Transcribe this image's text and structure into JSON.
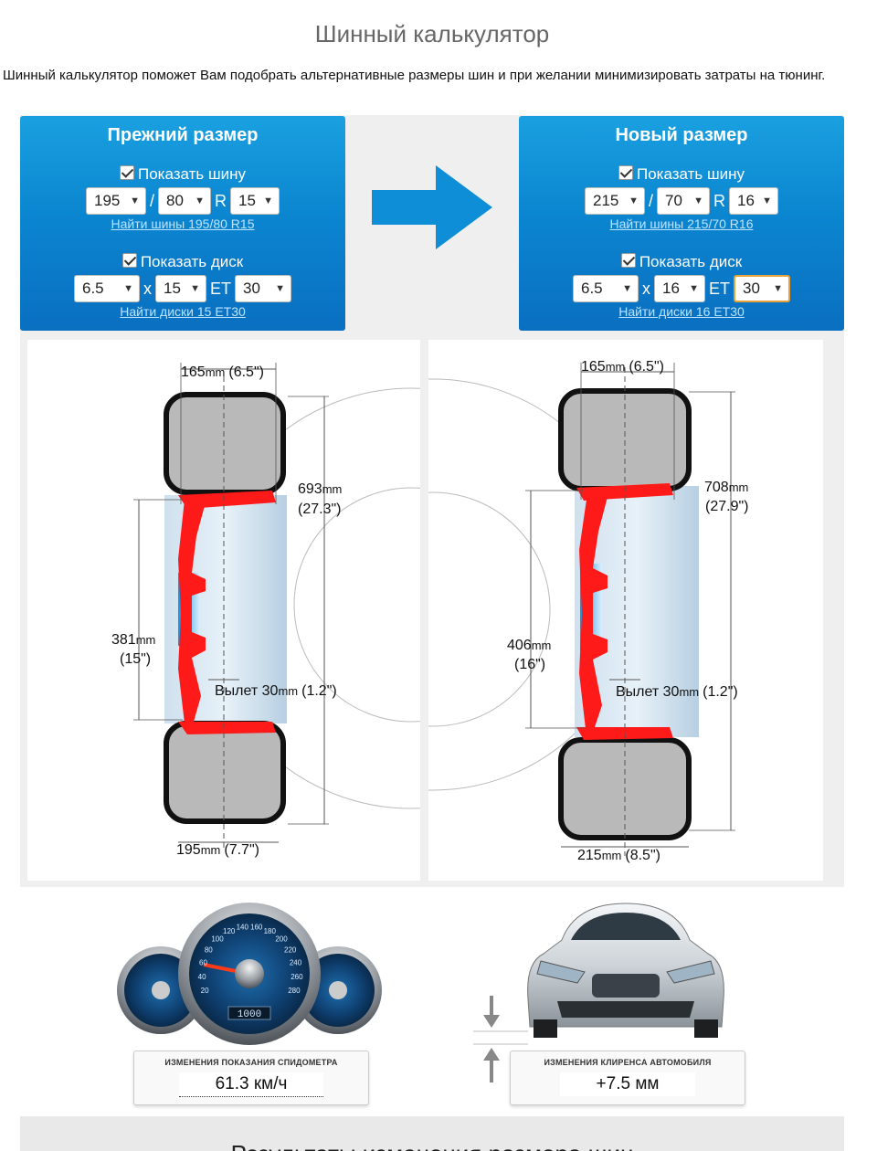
{
  "page": {
    "title": "Шинный калькулятор",
    "intro": "Шинный калькулятор поможет Вам подобрать альтернативные размеры шин и при желании минимизировать затраты на тюнинг."
  },
  "old_size": {
    "title": "Прежний размер",
    "show_tire_label": "Показать шину",
    "width": "195",
    "profile": "80",
    "r_label": "R",
    "diameter": "15",
    "find_tires_link": "Найти шины 195/80 R15",
    "show_disk_label": "Показать диск",
    "disk_width": "6.5",
    "x_label": "x",
    "disk_diameter": "15",
    "et_label": "ET",
    "et": "30",
    "find_disks_link": "Найти диски 15 ET30"
  },
  "new_size": {
    "title": "Новый размер",
    "show_tire_label": "Показать шину",
    "width": "215",
    "profile": "70",
    "r_label": "R",
    "diameter": "16",
    "find_tires_link": "Найти шины 215/70 R16",
    "show_disk_label": "Показать диск",
    "disk_width": "6.5",
    "x_label": "x",
    "disk_diameter": "16",
    "et_label": "ET",
    "et": "30",
    "find_disks_link": "Найти диски 16 ET30"
  },
  "diagram_left": {
    "rim_width": "165",
    "rim_width_in": "(6.5\")",
    "outer_diameter": "693",
    "outer_diameter_in": "(27.3\")",
    "rim_diameter": "381",
    "rim_diameter_in": "(15\")",
    "offset_label": "Вылет 30",
    "offset_in": "(1.2\")",
    "tire_width": "195",
    "tire_width_in": "(7.7\")",
    "unit": "mm"
  },
  "diagram_right": {
    "rim_width": "165",
    "rim_width_in": "(6.5\")",
    "outer_diameter": "708",
    "outer_diameter_in": "(27.9\")",
    "rim_diameter": "406",
    "rim_diameter_in": "(16\")",
    "offset_label": "Вылет 30",
    "offset_in": "(1.2\")",
    "tire_width": "215",
    "tire_width_in": "(8.5\")",
    "unit": "mm"
  },
  "speedometer": {
    "label": "ИЗМЕНЕНИЯ ПОКАЗАНИЯ СПИДОМЕТРА",
    "value": "61.3 км/ч",
    "scale": [
      "20",
      "40",
      "60",
      "80",
      "100",
      "120",
      "140",
      "160",
      "180",
      "200",
      "220",
      "240",
      "260",
      "280"
    ],
    "odometer": "1000"
  },
  "clearance": {
    "label": "ИЗМЕНЕНИЯ КЛИРЕНСА АВТОМОБИЛЯ",
    "value": "+7.5 мм"
  },
  "results": {
    "title": "Результаты изменения размера шин"
  },
  "colors": {
    "panel_blue": "#0b86d0",
    "arrow_blue": "#0d8ed6",
    "rim_red": "#ff1a1a",
    "tire_grey": "#b9b9b9",
    "select_focus": "#e8a23a"
  }
}
